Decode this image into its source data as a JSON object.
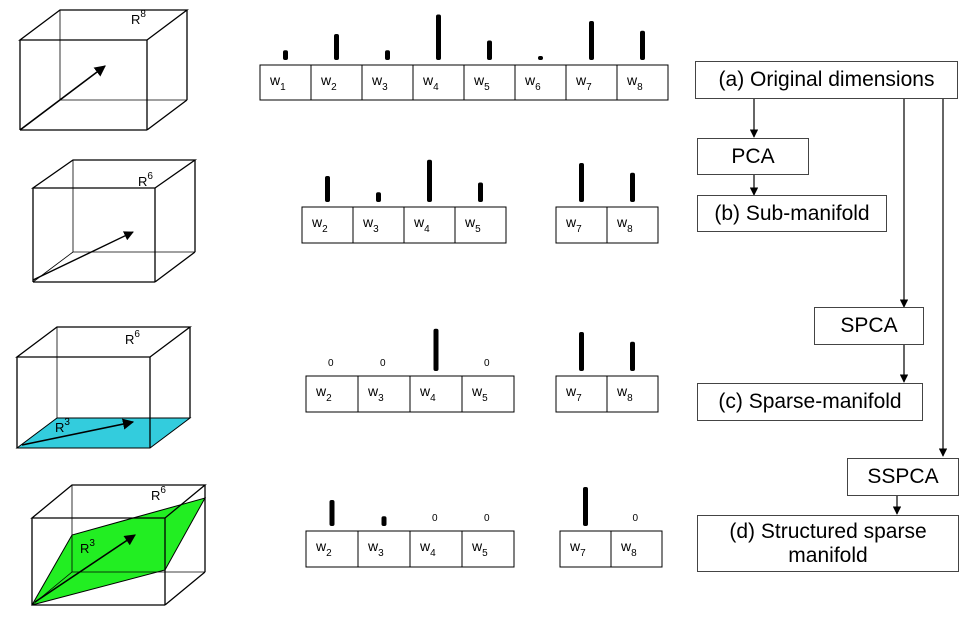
{
  "rows": [
    {
      "space": {
        "base": "R",
        "exp": "8"
      },
      "cells": [
        {
          "sym": "w",
          "idx": "1",
          "height": 1.5,
          "zero": false
        },
        {
          "sym": "w",
          "idx": "2",
          "height": 4,
          "zero": false
        },
        {
          "sym": "w",
          "idx": "3",
          "height": 1.5,
          "zero": false
        },
        {
          "sym": "w",
          "idx": "4",
          "height": 7,
          "zero": false
        },
        {
          "sym": "w",
          "idx": "5",
          "height": 3,
          "zero": false
        },
        {
          "sym": "w",
          "idx": "6",
          "height": 0.5,
          "zero": false
        },
        {
          "sym": "w",
          "idx": "7",
          "height": 6,
          "zero": false
        },
        {
          "sym": "w",
          "idx": "8",
          "height": 4.5,
          "zero": false
        }
      ]
    },
    {
      "space": {
        "base": "R",
        "exp": "6"
      },
      "cells": [
        {
          "sym": "w",
          "idx": "2",
          "height": 4,
          "zero": false
        },
        {
          "sym": "w",
          "idx": "3",
          "height": 1.5,
          "zero": false
        },
        {
          "sym": "w",
          "idx": "4",
          "height": 6.5,
          "zero": false
        },
        {
          "sym": "w",
          "idx": "5",
          "height": 3,
          "zero": false
        },
        {
          "sym": "w",
          "idx": "7",
          "height": 6,
          "zero": false
        },
        {
          "sym": "w",
          "idx": "8",
          "height": 4.5,
          "zero": false
        }
      ]
    },
    {
      "space": {
        "base": "R",
        "exp": "6"
      },
      "subspace": {
        "base": "R",
        "exp": "3"
      },
      "cells": [
        {
          "sym": "w",
          "idx": "2",
          "height": 0,
          "zero": true
        },
        {
          "sym": "w",
          "idx": "3",
          "height": 0,
          "zero": true
        },
        {
          "sym": "w",
          "idx": "4",
          "height": 6.5,
          "zero": false
        },
        {
          "sym": "w",
          "idx": "5",
          "height": 0,
          "zero": true
        },
        {
          "sym": "w",
          "idx": "7",
          "height": 6,
          "zero": false
        },
        {
          "sym": "w",
          "idx": "8",
          "height": 4.5,
          "zero": false
        }
      ]
    },
    {
      "space": {
        "base": "R",
        "exp": "6"
      },
      "subspace": {
        "base": "R",
        "exp": "3"
      },
      "cells": [
        {
          "sym": "w",
          "idx": "2",
          "height": 4,
          "zero": false
        },
        {
          "sym": "w",
          "idx": "3",
          "height": 1.5,
          "zero": false
        },
        {
          "sym": "w",
          "idx": "4",
          "height": 0,
          "zero": true
        },
        {
          "sym": "w",
          "idx": "5",
          "height": 0,
          "zero": true
        },
        {
          "sym": "w",
          "idx": "7",
          "height": 6,
          "zero": false
        },
        {
          "sym": "w",
          "idx": "8",
          "height": 0,
          "zero": true
        }
      ]
    }
  ],
  "zero_label": "0",
  "flow": {
    "original": "(a) Original dimensions",
    "pca": "PCA",
    "sub": "(b) Sub-manifold",
    "spca": "SPCA",
    "sparse": "(c) Sparse-manifold",
    "sspca": "SSPCA",
    "structured_line1": "(d) Structured sparse",
    "structured_line2": "manifold"
  },
  "colors": {
    "plane3": "#33ccdd",
    "plane4": "#22ee22",
    "line": "#000000"
  }
}
